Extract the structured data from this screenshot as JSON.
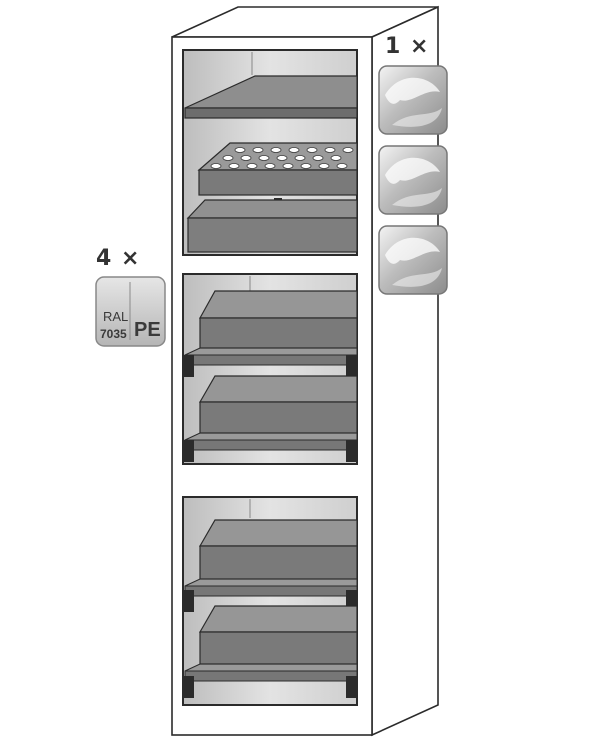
{
  "cabinet": {
    "compartments": [
      {
        "name": "top",
        "content": "tray with perforated insert and drip tray"
      },
      {
        "name": "middle",
        "content": "2 drawers"
      },
      {
        "name": "bottom",
        "content": "2 drawers"
      }
    ]
  },
  "left_option": {
    "quantity": "4 ×",
    "swatch": {
      "top": "RAL",
      "bottom": "7035",
      "material": "PE"
    }
  },
  "right_option": {
    "quantity": "1 ×",
    "swatches": [
      "metal-texture-1",
      "metal-texture-2",
      "metal-texture-3"
    ]
  },
  "colors": {
    "outline": "#2b2b2b",
    "tray": "#8a8a8a",
    "tray_dark": "#6b6b6b",
    "interior": "#d9d9d9",
    "swatch_bg": "#c8c8c8"
  }
}
